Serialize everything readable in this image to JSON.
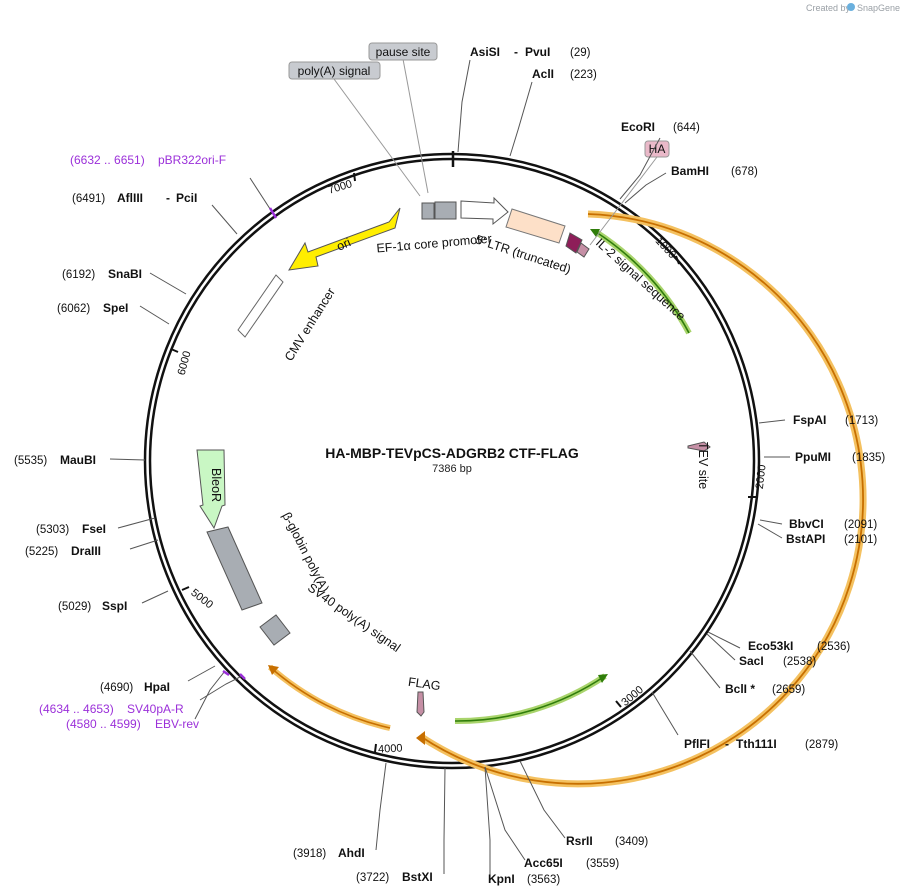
{
  "header": {
    "credit_text": "Created by",
    "brand": "SnapGene"
  },
  "plasmid": {
    "name": "HA-MBP-TEVpCS-ADGRB2 CTF-FLAG",
    "size_label": "7386 bp"
  },
  "ticks": {
    "t1000": "1000",
    "t2000": "2000",
    "t3000": "3000",
    "t4000": "4000",
    "t5000": "5000",
    "t6000": "6000",
    "t7000": "7000"
  },
  "enzymes": [
    {
      "name": "AsiSI",
      "name2": "PvuI",
      "pos": "(29)"
    },
    {
      "name": "AclI",
      "pos": "(223)"
    },
    {
      "name": "EcoRI",
      "pos": "(644)"
    },
    {
      "name": "BamHI",
      "pos": "(678)"
    },
    {
      "name": "FspAI",
      "pos": "(1713)"
    },
    {
      "name": "PpuMI",
      "pos": "(1835)"
    },
    {
      "name": "BbvCI",
      "pos": "(2091)"
    },
    {
      "name": "BstAPI",
      "pos": "(2101)"
    },
    {
      "name": "Eco53kI",
      "pos": "(2536)"
    },
    {
      "name": "SacI",
      "pos": "(2538)"
    },
    {
      "name": "BclI *",
      "pos": "(2659)"
    },
    {
      "name": "PflFI",
      "name2": "Tth111I",
      "pos": "(2879)"
    },
    {
      "name": "RsrII",
      "pos": "(3409)"
    },
    {
      "name": "Acc65I",
      "pos": "(3559)"
    },
    {
      "name": "KpnI",
      "pos": "(3563)"
    },
    {
      "name": "BstXI",
      "pos": "(3722)"
    },
    {
      "name": "AhdI",
      "pos": "(3918)"
    },
    {
      "name": "HpaI",
      "pos": "(4690)"
    },
    {
      "name": "SspI",
      "pos": "(5029)"
    },
    {
      "name": "DraIII",
      "pos": "(5225)"
    },
    {
      "name": "FseI",
      "pos": "(5303)"
    },
    {
      "name": "MauBI",
      "pos": "(5535)"
    },
    {
      "name": "SpeI",
      "pos": "(6062)"
    },
    {
      "name": "SnaBI",
      "pos": "(6192)"
    },
    {
      "name": "AflIII",
      "name2": "PciI",
      "pos": "(6491)"
    }
  ],
  "primers": [
    {
      "range": "(6632 .. 6651)",
      "name": "pBR322ori-F"
    },
    {
      "range": "(4634 .. 4653)",
      "name": "SV40pA-R"
    },
    {
      "range": "(4580 .. 4599)",
      "name": "EBV-rev"
    }
  ],
  "features": {
    "pause_site": "pause site",
    "polya_signal": "poly(A) signal",
    "ha": "HA",
    "ori": "ori",
    "ef1a": "EF-1α core promoter",
    "ltr": "5' LTR (truncated)",
    "il2": "IL-2 signal sequence",
    "cmv": "CMV enhancer",
    "tev": "TEV site",
    "bleor": "BleoR",
    "bglobin": "β-globin poly(A)",
    "sv40": "SV40 poly(A) signal",
    "flag": "FLAG"
  },
  "colors": {
    "backbone": "#111111",
    "orf_fill": "#f4c160",
    "orf_core": "#c76f00",
    "green_fill": "#a9d46c",
    "green_core": "#2f7d0a",
    "ori_fill": "#ffee00",
    "ltr_fill": "#fde0c8",
    "bleor_fill": "#c9f7c4",
    "gray_fill": "#a8adb3",
    "il2_fill": "#8e1e59",
    "tag_fill": "#c58fa5",
    "primer": "#9b30d9",
    "ha_box": "#eab9c9"
  }
}
